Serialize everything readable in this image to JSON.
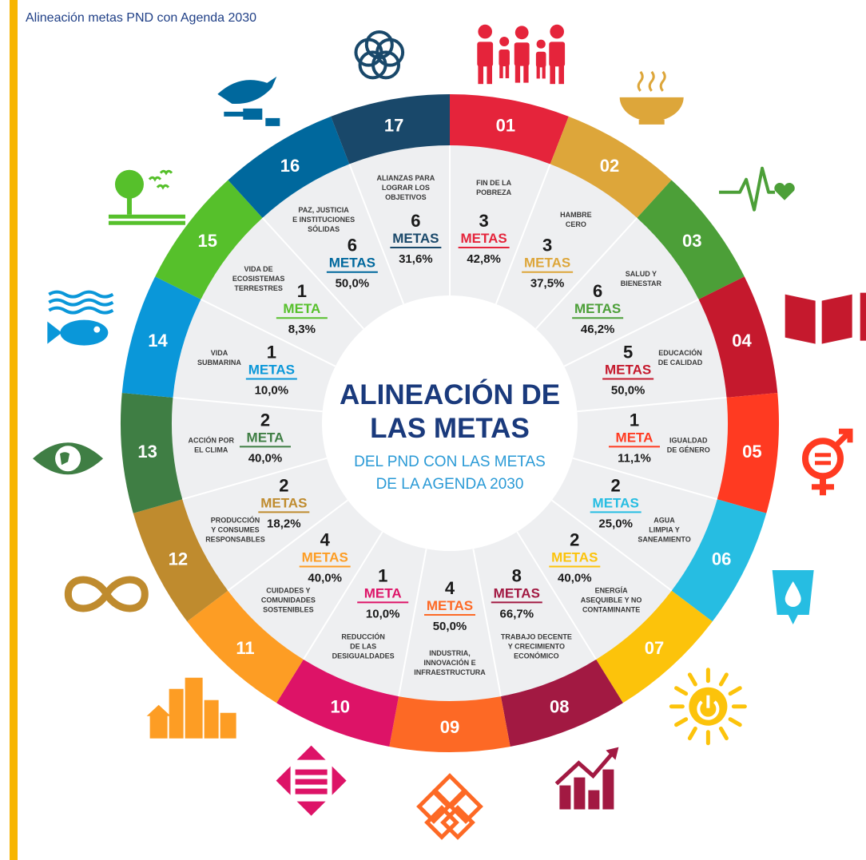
{
  "page": {
    "title": "Alineación metas PND con Agenda 2030",
    "accent_color": "#f7b500"
  },
  "center": {
    "heading_line1": "ALINEACIÓN DE",
    "heading_line2": "LAS METAS",
    "sub_line1": "DEL PND CON LAS METAS",
    "sub_line2": "DE LA AGENDA 2030",
    "heading_color": "#1a3a7c",
    "sub_color": "#2a9ad6"
  },
  "goals": [
    {
      "num": "01",
      "name_lines": [
        "FIN DE LA",
        "POBREZA"
      ],
      "count": "3",
      "unit": "METAS",
      "pct": "42,8%",
      "color": "#e5243b",
      "icon": "family-icon"
    },
    {
      "num": "02",
      "name_lines": [
        "HAMBRE",
        "CERO"
      ],
      "count": "3",
      "unit": "METAS",
      "pct": "37,5%",
      "color": "#dda63a",
      "icon": "food-bowl-icon"
    },
    {
      "num": "03",
      "name_lines": [
        "SALUD Y",
        "BIENESTAR"
      ],
      "count": "6",
      "unit": "METAS",
      "pct": "46,2%",
      "color": "#4c9f38",
      "icon": "heartbeat-icon"
    },
    {
      "num": "04",
      "name_lines": [
        "EDUCACIÓN",
        "DE CALIDAD"
      ],
      "count": "5",
      "unit": "METAS",
      "pct": "50,0%",
      "color": "#c5192d",
      "icon": "book-icon"
    },
    {
      "num": "05",
      "name_lines": [
        "IGUALDAD",
        "DE GÉNERO"
      ],
      "count": "1",
      "unit": "META",
      "pct": "11,1%",
      "color": "#ff3a21",
      "icon": "gender-equality-icon"
    },
    {
      "num": "06",
      "name_lines": [
        "AGUA",
        "LIMPIA Y",
        "SANEAMIENTO"
      ],
      "count": "2",
      "unit": "METAS",
      "pct": "25,0%",
      "color": "#26bde2",
      "icon": "water-drop-glass-icon"
    },
    {
      "num": "07",
      "name_lines": [
        "ENERGÍA",
        "ASEQUIBLE Y NO",
        "CONTAMINANTE"
      ],
      "count": "2",
      "unit": "METAS",
      "pct": "40,0%",
      "color": "#fcc30b",
      "icon": "sun-power-icon"
    },
    {
      "num": "08",
      "name_lines": [
        "TRABAJO DECENTE",
        "Y CRECIMIENTO",
        "ECONÓMICO"
      ],
      "count": "8",
      "unit": "METAS",
      "pct": "66,7%",
      "color": "#a21942",
      "icon": "growth-chart-icon"
    },
    {
      "num": "09",
      "name_lines": [
        "INDUSTRIA,",
        "INNOVACIÓN E",
        "INFRAESTRUCTURA"
      ],
      "count": "4",
      "unit": "METAS",
      "pct": "50,0%",
      "color": "#fd6925",
      "icon": "cubes-icon"
    },
    {
      "num": "10",
      "name_lines": [
        "REDUCCIÓN",
        "DE LAS",
        "DESIGUALDADES"
      ],
      "count": "1",
      "unit": "META",
      "pct": "10,0%",
      "color": "#dd1367",
      "icon": "equality-arrows-icon"
    },
    {
      "num": "11",
      "name_lines": [
        "CUIDADES Y",
        "COMUNIDADES",
        "SOSTENIBLES"
      ],
      "count": "4",
      "unit": "METAS",
      "pct": "40,0%",
      "color": "#fd9d24",
      "icon": "city-buildings-icon"
    },
    {
      "num": "12",
      "name_lines": [
        "PRODUCCIÓN",
        "Y CONSUMES",
        "RESPONSABLES"
      ],
      "count": "2",
      "unit": "METAS",
      "pct": "18,2%",
      "color": "#bf8b2e",
      "icon": "infinity-loop-icon"
    },
    {
      "num": "13",
      "name_lines": [
        "ACCIÓN POR",
        "EL CLIMA"
      ],
      "count": "2",
      "unit": "META",
      "pct": "40,0%",
      "color": "#3f7e44",
      "icon": "eye-globe-icon"
    },
    {
      "num": "14",
      "name_lines": [
        "VIDA",
        "SUBMARINA"
      ],
      "count": "1",
      "unit": "METAS",
      "pct": "10,0%",
      "color": "#0a97d9",
      "icon": "fish-waves-icon"
    },
    {
      "num": "15",
      "name_lines": [
        "VIDA DE",
        "ECOSISTEMAS",
        "TERRESTRES"
      ],
      "count": "1",
      "unit": "META",
      "pct": "8,3%",
      "color": "#56c02b",
      "icon": "tree-birds-icon"
    },
    {
      "num": "16",
      "name_lines": [
        "PAZ, JUSTICIA",
        "E INSTITUCIONES",
        "SÓLIDAS"
      ],
      "count": "6",
      "unit": "METAS",
      "pct": "50,0%",
      "color": "#00689d",
      "icon": "dove-gavel-icon"
    },
    {
      "num": "17",
      "name_lines": [
        "ALIANZAS PARA",
        "LOGRAR LOS",
        "OBJETIVOS"
      ],
      "count": "6",
      "unit": "METAS",
      "pct": "31,6%",
      "color": "#19486a",
      "icon": "partnership-rings-icon"
    }
  ]
}
